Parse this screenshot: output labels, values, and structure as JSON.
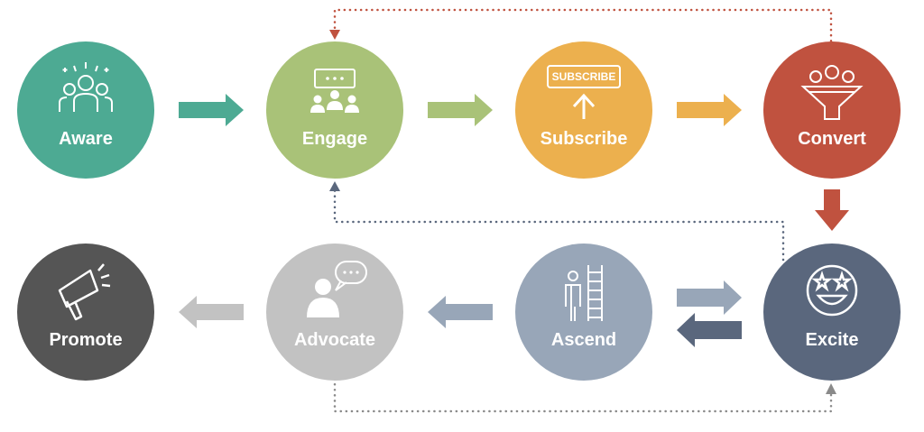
{
  "nodes": [
    {
      "id": "aware",
      "label": "Aware",
      "color": "#4daa93",
      "icon": "group-people-icon"
    },
    {
      "id": "engage",
      "label": "Engage",
      "color": "#a9c278",
      "icon": "presentation-audience-icon"
    },
    {
      "id": "subscribe",
      "label": "Subscribe",
      "color": "#ecb04e",
      "icon": "subscribe-button-icon",
      "icon_text": "SUBSCRIBE"
    },
    {
      "id": "convert",
      "label": "Convert",
      "color": "#c0523f",
      "icon": "funnel-coins-icon"
    },
    {
      "id": "excite",
      "label": "Excite",
      "color": "#5a677d",
      "icon": "star-eyes-face-icon"
    },
    {
      "id": "ascend",
      "label": "Ascend",
      "color": "#98a6b8",
      "icon": "ladder-climb-icon"
    },
    {
      "id": "advocate",
      "label": "Advocate",
      "color": "#c2c2c2",
      "icon": "speech-person-icon"
    },
    {
      "id": "promote",
      "label": "Promote",
      "color": "#555555",
      "icon": "megaphone-icon"
    }
  ],
  "colors": {
    "background": "#ffffff",
    "dotted_red": "#c0523f",
    "dotted_slate": "#5a677d",
    "dotted_gray": "#8a8a8a"
  }
}
